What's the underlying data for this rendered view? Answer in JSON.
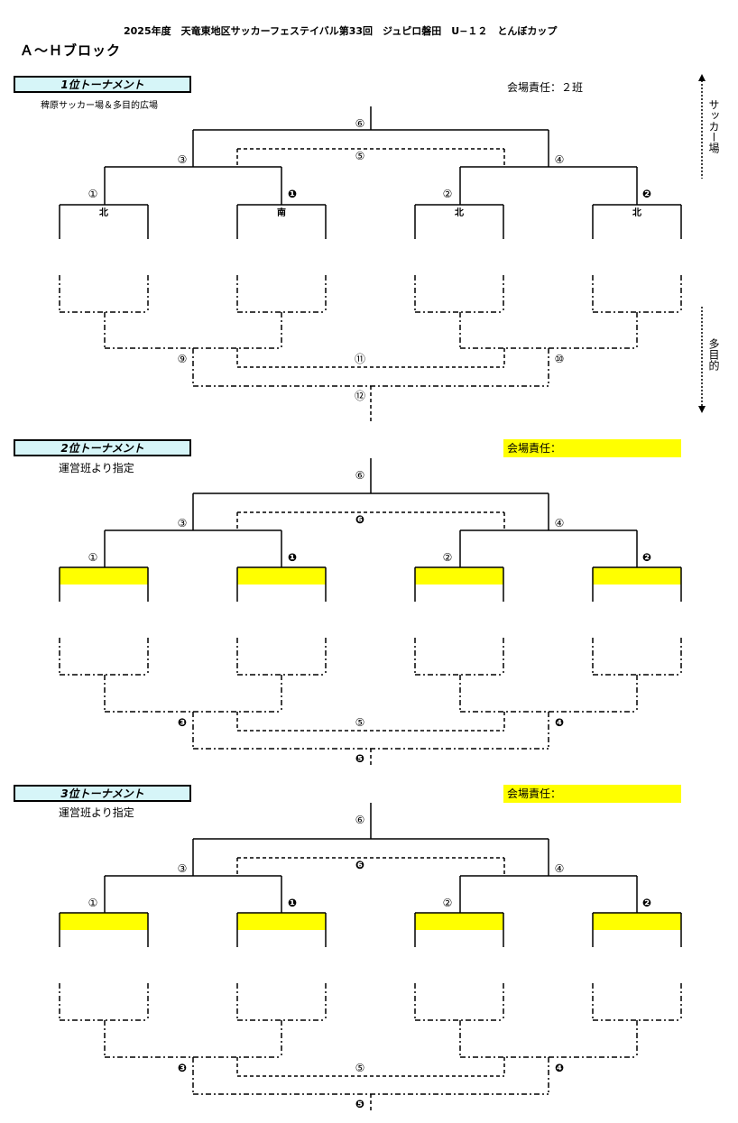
{
  "header": {
    "event_title": "2025年度　天竜東地区サッカーフェステイバル第33回　ジュピロ磐田　U−１２　とんぼカップ",
    "block_name": "Ａ〜Ｈブロック"
  },
  "side_labels": {
    "top": "サッカー場",
    "bottom": "多目的"
  },
  "tournaments": [
    {
      "title": "1位トーナメント",
      "venue": "稗原サッカー場＆多目的広場",
      "responsibility": "会場責任：２班",
      "responsibility_highlight": false,
      "main_match": "⑥",
      "semis": [
        "③",
        "④"
      ],
      "first_round": [
        "①",
        "❶",
        "②",
        "❷"
      ],
      "team_slots": [
        "北",
        "南",
        "北",
        "北"
      ],
      "slot_highlight": false,
      "lower_center": "⑤",
      "lower_left": "⑨",
      "lower_mid": "⑪",
      "lower_right": "⑩",
      "lower_final": "⑫"
    },
    {
      "title": "2位トーナメント",
      "venue": "運営班より指定",
      "responsibility": "会場責任：",
      "responsibility_highlight": true,
      "main_match": "⑥",
      "semis": [
        "③",
        "④"
      ],
      "first_round": [
        "①",
        "❶",
        "②",
        "❷"
      ],
      "team_slots": [
        "",
        "",
        "",
        ""
      ],
      "slot_highlight": true,
      "lower_center": "❻",
      "lower_left": "❸",
      "lower_mid": "⑤",
      "lower_right": "❹",
      "lower_final": "❺"
    },
    {
      "title": "3位トーナメント",
      "venue": "運営班より指定",
      "responsibility": "会場責任：",
      "responsibility_highlight": true,
      "main_match": "⑥",
      "semis": [
        "③",
        "④"
      ],
      "first_round": [
        "①",
        "❶",
        "②",
        "❷"
      ],
      "team_slots": [
        "",
        "",
        "",
        ""
      ],
      "slot_highlight": true,
      "lower_center": "❻",
      "lower_left": "❸",
      "lower_mid": "⑤",
      "lower_right": "❹",
      "lower_final": "❺"
    }
  ],
  "colors": {
    "title_box_fill": "#d6f5f8",
    "highlight": "#ffff00"
  }
}
